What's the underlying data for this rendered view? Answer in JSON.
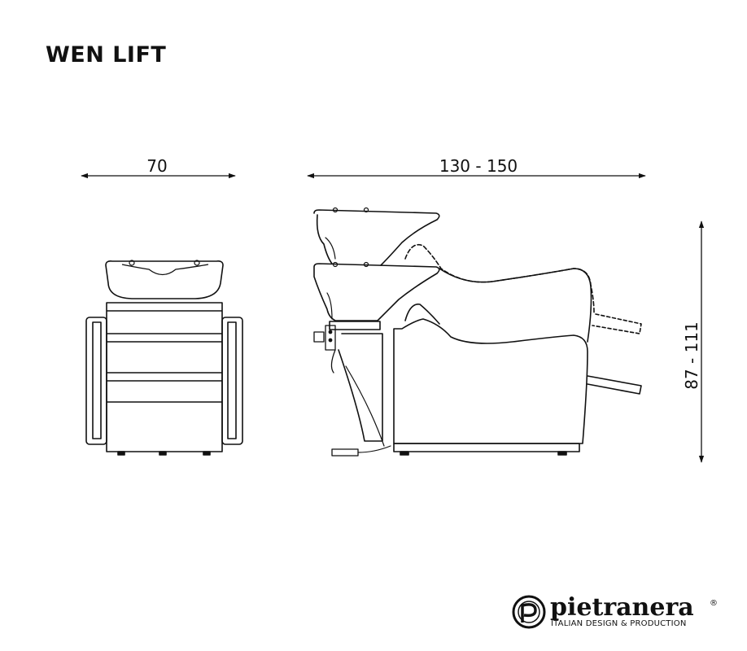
{
  "title": "WEN LIFT",
  "dimensions": {
    "width": "70",
    "length": "130 - 150",
    "height": "87 - 111"
  },
  "brand": {
    "name": "pietranera",
    "registered": "®",
    "tagline": "ITALIAN DESIGN & PRODUCTION"
  }
}
